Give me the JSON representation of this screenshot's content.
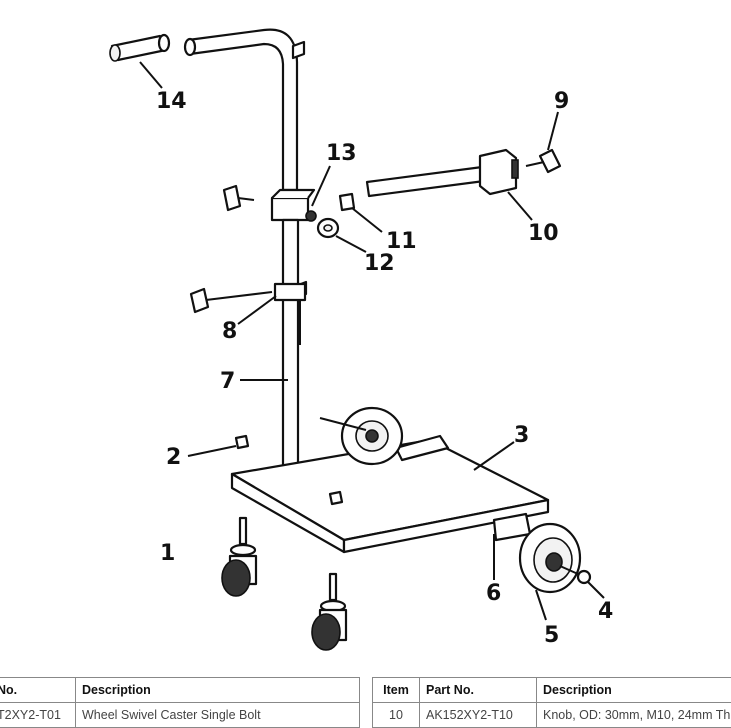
{
  "callouts": [
    "1",
    "2",
    "3",
    "4",
    "5",
    "6",
    "7",
    "8",
    "9",
    "10",
    "11",
    "12",
    "13",
    "14"
  ],
  "table_left": {
    "headers": [
      "No.",
      "Description"
    ],
    "rows": [
      [
        "T2XY2-T01",
        "Wheel Swivel Caster Single Bolt"
      ]
    ]
  },
  "table_right": {
    "headers": [
      "Item",
      "Part No.",
      "Description"
    ],
    "rows": [
      [
        "10",
        "AK152XY2-T10",
        "Knob, OD: 30mm, M10, 24mm Th"
      ]
    ]
  }
}
